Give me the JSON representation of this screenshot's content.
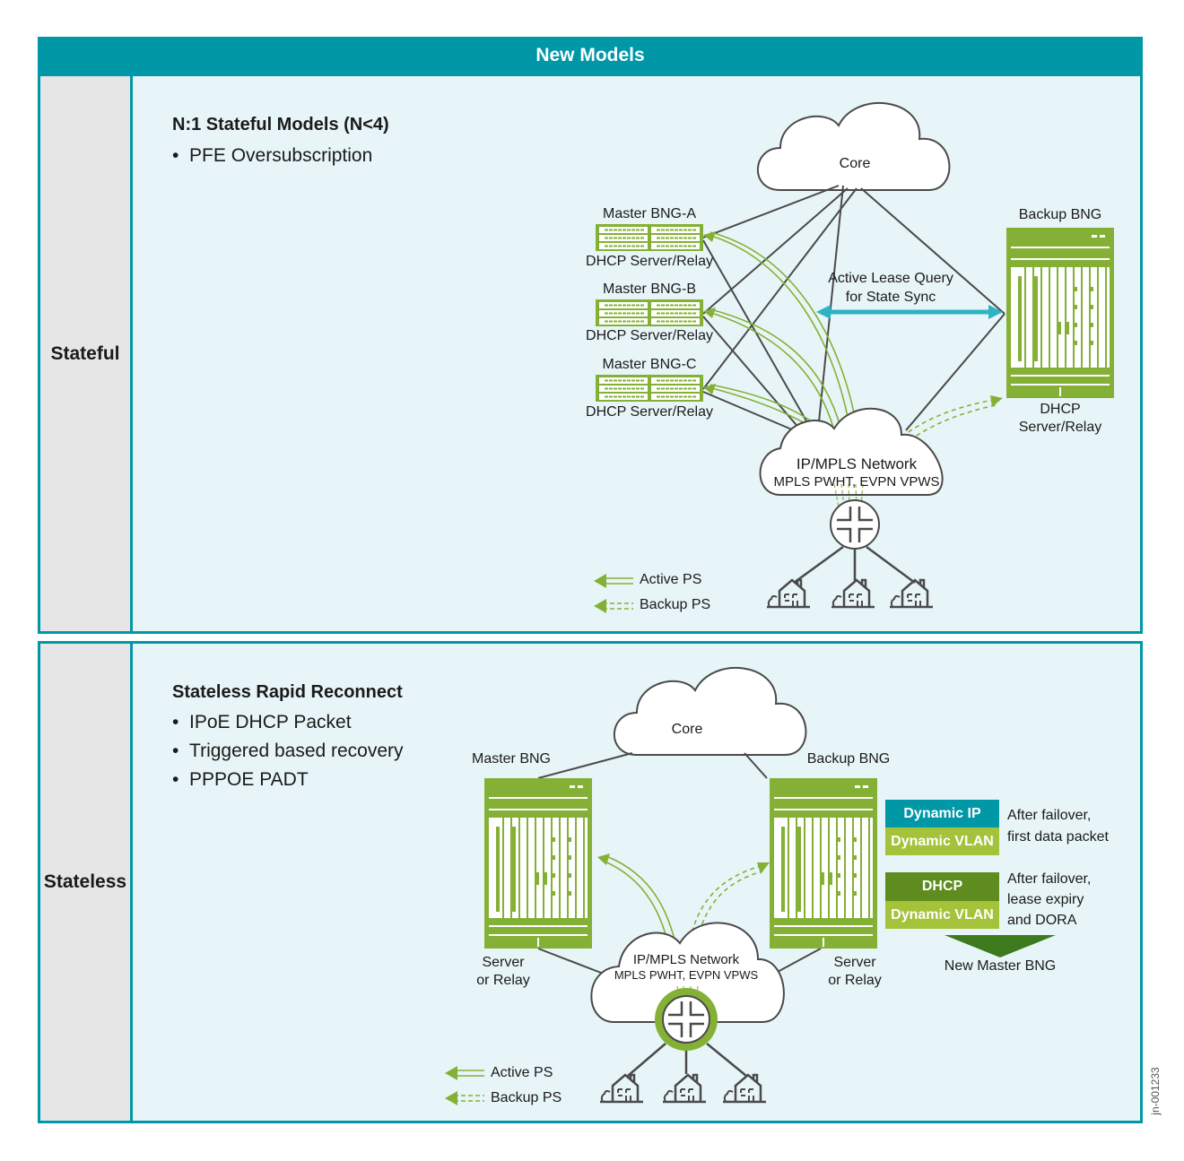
{
  "header": {
    "title": "New Models"
  },
  "colors": {
    "teal": "#0097a7",
    "green": "#84b135",
    "dark_green": "#5e8c1e",
    "lime": "#a4c23a",
    "arrow_teal": "#2eb3c4",
    "line": "#4a4a4a"
  },
  "stateful": {
    "side_label": "Stateful",
    "title": "N:1 Stateful Models (N<4)",
    "bullets": [
      "PFE Oversubscription"
    ],
    "core_label": "Core",
    "masters": [
      {
        "name": "Master BNG-A",
        "role": "DHCP Server/Relay"
      },
      {
        "name": "Master BNG-B",
        "role": "DHCP Server/Relay"
      },
      {
        "name": "Master BNG-C",
        "role": "DHCP Server/Relay"
      }
    ],
    "backup": {
      "name": "Backup BNG",
      "role_line1": "DHCP",
      "role_line2": "Server/Relay"
    },
    "sync_label_line1": "Active Lease Query",
    "sync_label_line2": "for State Sync",
    "network_line1": "IP/MPLS Network",
    "network_line2": "MPLS PWHT, EVPN VPWS",
    "legend": {
      "active": "Active PS",
      "backup": "Backup PS"
    }
  },
  "stateless": {
    "side_label": "Stateless",
    "title": "Stateless Rapid Reconnect",
    "bullets": [
      "IPoE DHCP Packet",
      "Triggered based recovery",
      "PPPOE PADT"
    ],
    "core_label": "Core",
    "master": {
      "name": "Master BNG",
      "role_line1": "Server",
      "role_line2": "or Relay"
    },
    "backup": {
      "name": "Backup BNG",
      "role_line1": "Server",
      "role_line2": "or Relay"
    },
    "network_line1": "IP/MPLS Network",
    "network_line2": "MPLS PWHT, EVPN VPWS",
    "groups": [
      {
        "top": "Dynamic IP",
        "bottom": "Dynamic VLAN",
        "note_line1": "After failover,",
        "note_line2": "first data packet",
        "note_line3": ""
      },
      {
        "top": "DHCP",
        "bottom": "Dynamic VLAN",
        "note_line1": "After failover,",
        "note_line2": "lease expiry",
        "note_line3": "and DORA"
      }
    ],
    "result_label": "New Master BNG",
    "legend": {
      "active": "Active PS",
      "backup": "Backup PS"
    }
  },
  "doc_id": "jn-001233"
}
